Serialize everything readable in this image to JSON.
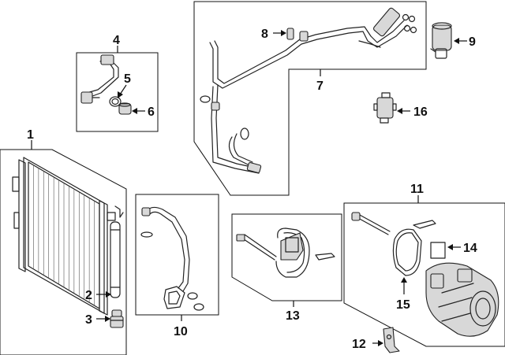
{
  "callouts": {
    "c1": "1",
    "c2": "2",
    "c3": "3",
    "c4": "4",
    "c5": "5",
    "c6": "6",
    "c7": "7",
    "c8": "8",
    "c9": "9",
    "c10": "10",
    "c11": "11",
    "c12": "12",
    "c13": "13",
    "c14": "14",
    "c15": "15",
    "c16": "16"
  },
  "parts": [
    {
      "id": "condenser",
      "callout": "1"
    },
    {
      "id": "receiver-drier",
      "callout": "2"
    },
    {
      "id": "drier-plug",
      "callout": "3"
    },
    {
      "id": "suction-line-assembly",
      "callout": "4"
    },
    {
      "id": "o-ring",
      "callout": "5"
    },
    {
      "id": "cap",
      "callout": "6"
    },
    {
      "id": "ac-line-assembly",
      "callout": "7"
    },
    {
      "id": "valve-core",
      "callout": "8"
    },
    {
      "id": "expansion-valve",
      "callout": "9"
    },
    {
      "id": "discharge-hose",
      "callout": "10"
    },
    {
      "id": "compressor",
      "callout": "11"
    },
    {
      "id": "bracket",
      "callout": "12"
    },
    {
      "id": "clutch-assembly",
      "callout": "13"
    },
    {
      "id": "seal",
      "callout": "14"
    },
    {
      "id": "gasket",
      "callout": "15"
    },
    {
      "id": "sensor",
      "callout": "16"
    }
  ]
}
